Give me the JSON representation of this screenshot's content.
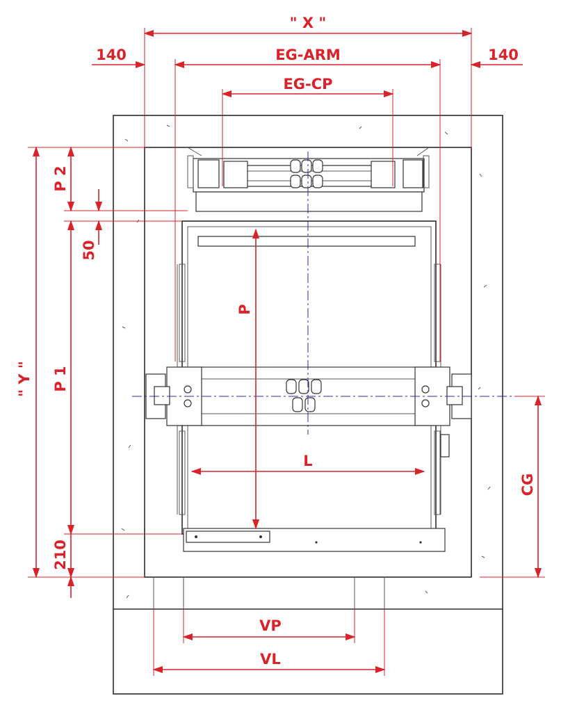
{
  "dimensions": {
    "x": "\" X \"",
    "y": "\" Y \"",
    "offset_left": "140",
    "offset_right": "140",
    "eg_arm": "EG-ARM",
    "eg_cp": "EG-CP",
    "p2": "P 2",
    "gap_50": "50",
    "p": "P",
    "p1": "P 1",
    "l": "L",
    "cg": "CG",
    "pit_210": "210",
    "vp": "VP",
    "vl": "VL"
  },
  "colors": {
    "dimension": "#d8232a",
    "centerline": "#2a2aa0",
    "outline": "#2b2b2b"
  }
}
